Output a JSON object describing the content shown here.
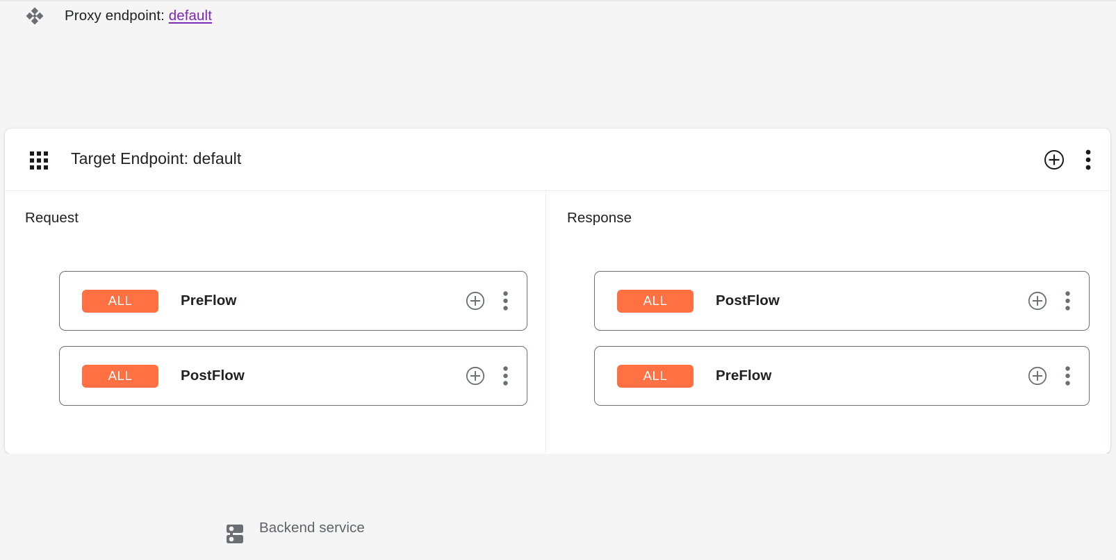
{
  "proxy": {
    "icon": "proxy-diamond-icon",
    "label_prefix": "Proxy endpoint:",
    "endpoint_name": "default",
    "link_color": "#7b28b5"
  },
  "endpoint_card": {
    "icon": "apps-grid-icon",
    "title": "Target Endpoint: default",
    "actions": [
      {
        "name": "add-circle-icon",
        "label": "Add"
      },
      {
        "name": "more-vert-icon",
        "label": "More options"
      }
    ]
  },
  "columns": [
    {
      "key": "request",
      "title": "Request",
      "flows": [
        {
          "badge": "ALL",
          "name": "PreFlow",
          "badge_color": "#ff7043"
        },
        {
          "badge": "ALL",
          "name": "PostFlow",
          "badge_color": "#ff7043"
        }
      ]
    },
    {
      "key": "response",
      "title": "Response",
      "flows": [
        {
          "badge": "ALL",
          "name": "PostFlow",
          "badge_color": "#ff7043"
        },
        {
          "badge": "ALL",
          "name": "PreFlow",
          "badge_color": "#ff7043"
        }
      ]
    }
  ],
  "row_actions": [
    {
      "name": "add-circle-icon",
      "label": "Add policy"
    },
    {
      "name": "more-vert-icon",
      "label": "More options"
    }
  ],
  "backend": {
    "icon": "server-icon",
    "label": "Backend service"
  },
  "colors": {
    "canvas_background": "#f5f5f5",
    "card_background": "#ffffff",
    "connector": "#7c7c7c",
    "row_border": "#6b6f73",
    "text_primary": "#202124",
    "text_secondary": "#5f6368",
    "badge_orange": "#ff7043",
    "link_purple": "#7b28b5"
  }
}
